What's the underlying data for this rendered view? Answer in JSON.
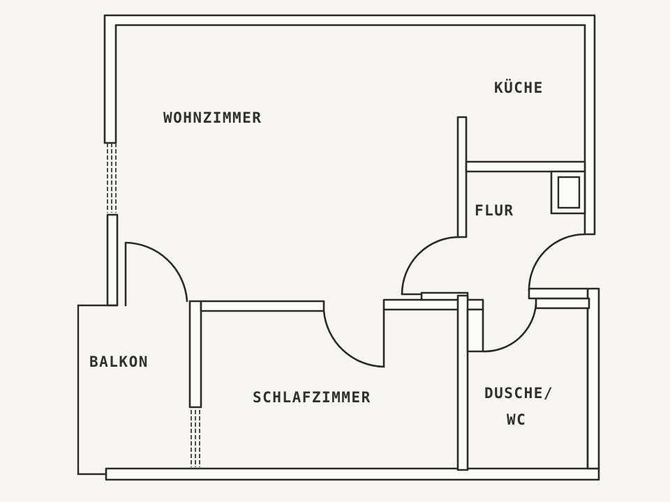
{
  "rooms": {
    "wohnzimmer": "WOHNZIMMER",
    "kueche": "KÜCHE",
    "flur": "FLUR",
    "balkon": "BALKON",
    "schlafzimmer": "SCHLAFZIMMER",
    "dusche_line1": "DUSCHE/",
    "dusche_line2": "WC"
  },
  "colors": {
    "paper": "#f7f6f3",
    "ink": "#2a2a2a"
  }
}
